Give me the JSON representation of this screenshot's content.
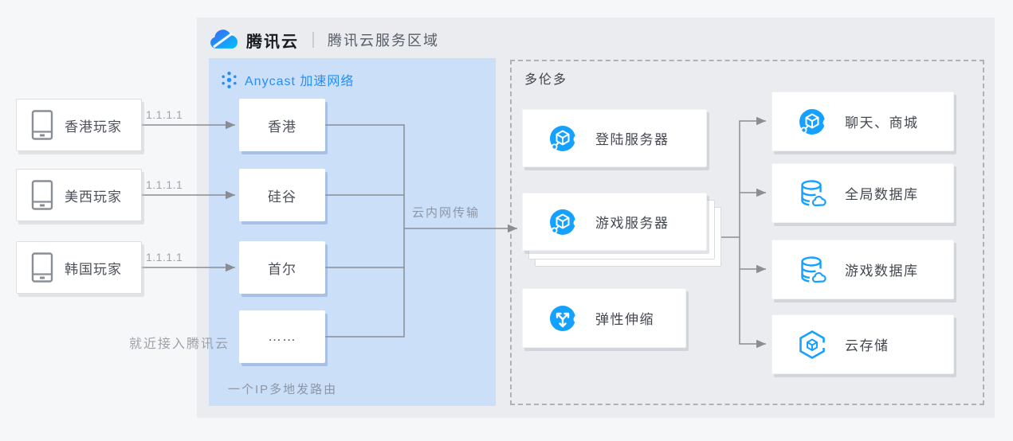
{
  "colors": {
    "accent_blue": "#1F8FFF",
    "icon_blue": "#15A1FF",
    "anycast_bg": "#CCDFF8",
    "panel_bg": "#EAECEF",
    "page_bg": "#F6F7F9",
    "wire_gray": "#8A8E94"
  },
  "header": {
    "logo_icon": "tencent-cloud-logo",
    "brand": "腾讯云",
    "region_label": "腾讯云服务区域"
  },
  "players": [
    {
      "icon": "mobile-device-icon",
      "label": "香港玩家",
      "ip": "1.1.1.1"
    },
    {
      "icon": "mobile-device-icon",
      "label": "美西玩家",
      "ip": "1.1.1.1"
    },
    {
      "icon": "mobile-device-icon",
      "label": "韩国玩家",
      "ip": "1.1.1.1"
    }
  ],
  "anycast": {
    "title_icon": "anycast-network-icon",
    "title": "Anycast 加速网络",
    "nodes": [
      "香港",
      "硅谷",
      "首尔",
      "……"
    ],
    "nearby_note": "就近接入腾讯云",
    "caption": "一个IP多地发路由",
    "transfer_label": "云内网传输"
  },
  "region": {
    "title": "多伦多",
    "services": [
      {
        "icon": "cvm-server-icon",
        "label": "登陆服务器"
      },
      {
        "icon": "cvm-server-icon",
        "label": "游戏服务器",
        "stacked": "true"
      },
      {
        "icon": "auto-scaling-icon",
        "label": "弹性伸缩"
      }
    ],
    "targets": [
      {
        "icon": "cvm-server-icon",
        "label": "聊天、商城"
      },
      {
        "icon": "database-icon",
        "label": "全局数据库"
      },
      {
        "icon": "database-icon",
        "label": "游戏数据库"
      },
      {
        "icon": "cloud-storage-icon",
        "label": "云存储"
      }
    ]
  }
}
